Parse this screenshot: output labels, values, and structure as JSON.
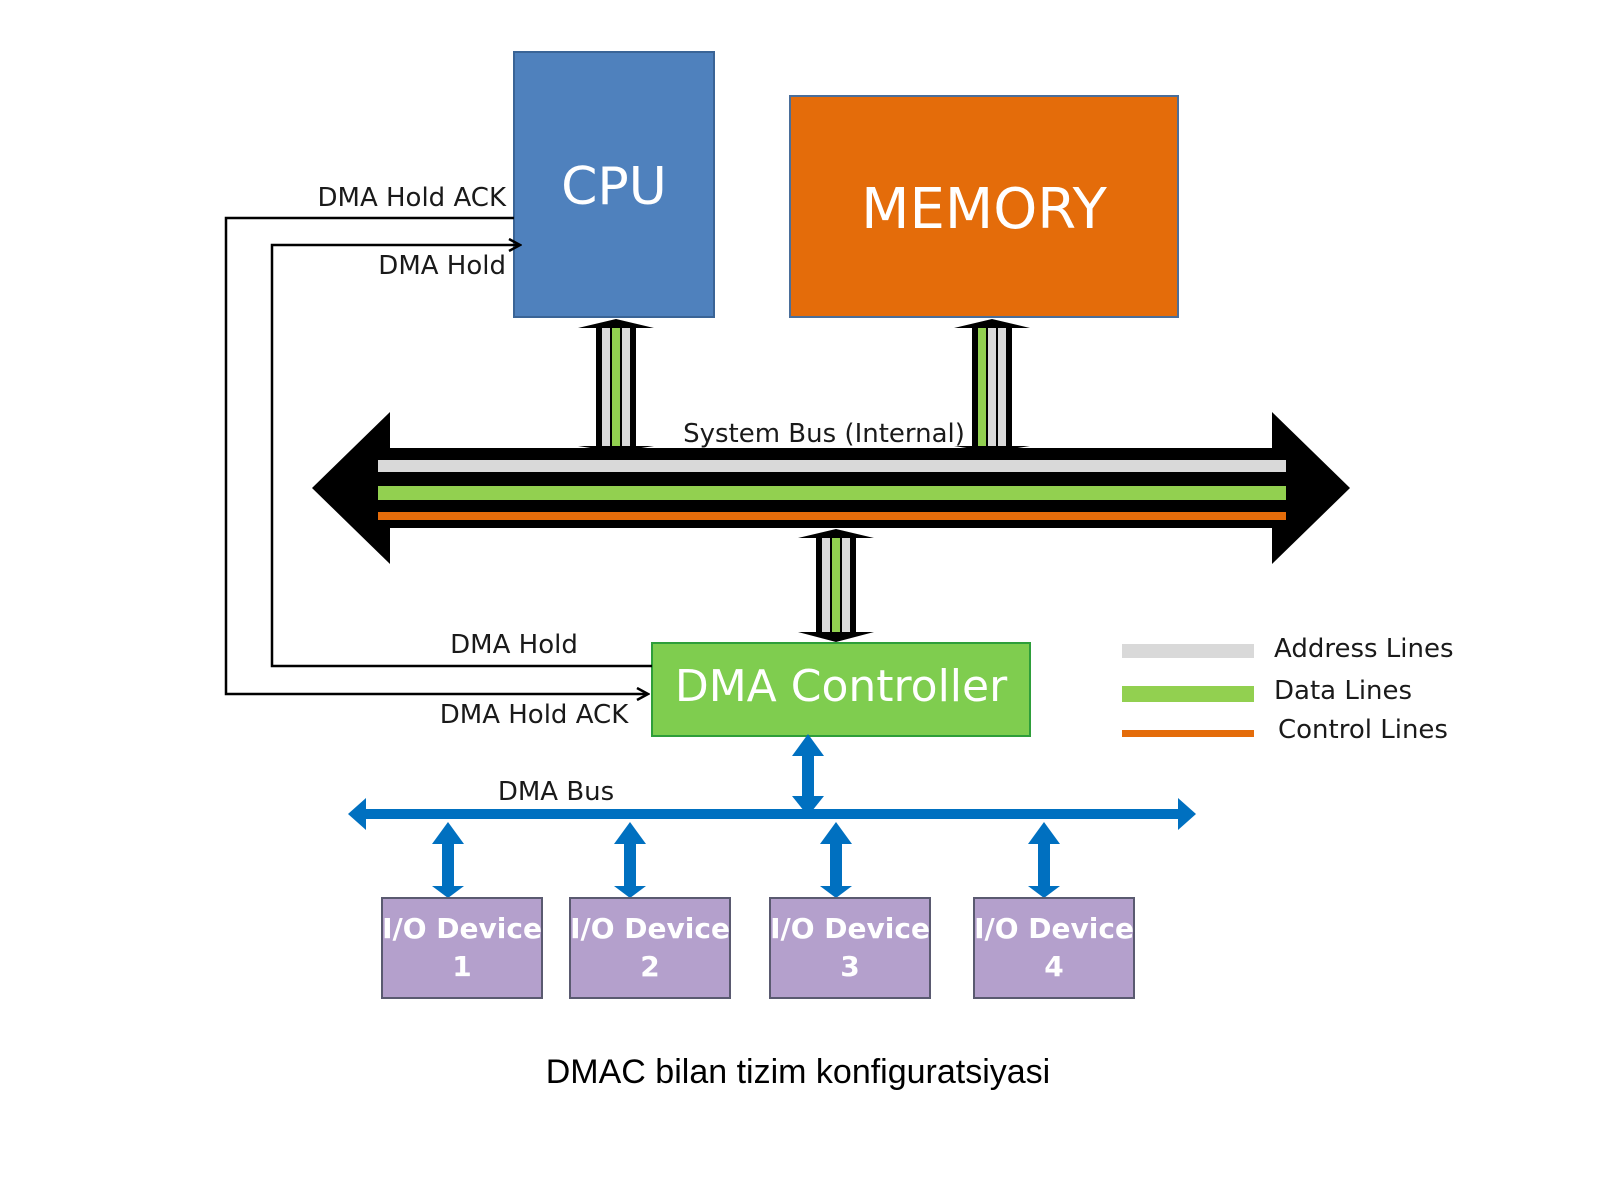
{
  "colors": {
    "cpu": "#4f81bd",
    "memory": "#e46c0a",
    "dma_controller": "#7fcd4f",
    "io_device": "#b4a0cc",
    "address_line": "#d9d9d9",
    "data_line": "#92d050",
    "control_line": "#e46c0a",
    "dma_bus": "#0070c0"
  },
  "blocks": {
    "cpu": "CPU",
    "memory": "MEMORY",
    "dma_controller": "DMA Controller"
  },
  "signals": {
    "cpu_hold_ack": "DMA Hold ACK",
    "cpu_hold": "DMA Hold",
    "dmac_hold": "DMA Hold",
    "dmac_hold_ack": "DMA Hold ACK"
  },
  "buses": {
    "system_bus": "System Bus (Internal)",
    "dma_bus": "DMA Bus"
  },
  "io_devices": [
    {
      "line1": "I/O Device",
      "line2": "1"
    },
    {
      "line1": "I/O Device",
      "line2": "2"
    },
    {
      "line1": "I/O Device",
      "line2": "3"
    },
    {
      "line1": "I/O Device",
      "line2": "4"
    }
  ],
  "legend": {
    "address": "Address Lines",
    "data": "Data Lines",
    "control": "Control Lines"
  },
  "caption": "DMAC bilan tizim konfiguratsiyasi"
}
